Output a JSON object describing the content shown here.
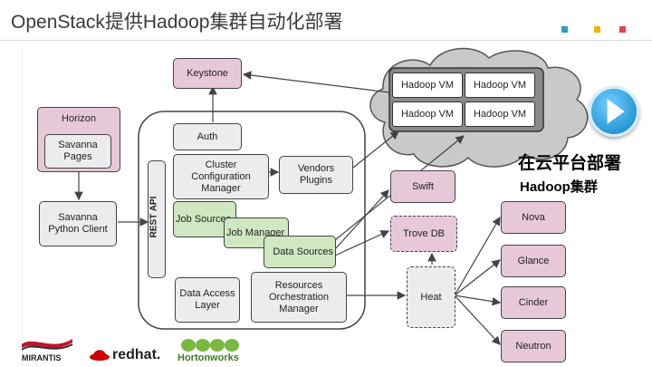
{
  "slide": {
    "title": "OpenStack提供Hadoop集群自动化部署"
  },
  "colors": {
    "pink": "#e7c8d8",
    "grey": "#ececec",
    "green": "#cfe8c2",
    "dot1": "#2aa0c8",
    "dot2": "#f0b400",
    "dot3": "#e83e4c"
  },
  "diagram": {
    "keystone": "Keystone",
    "horizon": "Horizon",
    "savanna_pages": "Savanna Pages",
    "savanna_client": "Savanna Python Client",
    "rest_api": "REST API",
    "auth": "Auth",
    "cluster_config": "Cluster Configuration Manager",
    "vendors_plugins": "Vendors Plugins",
    "job_sources": "Job Sources",
    "job_manager": "Job Manager",
    "data_sources": "Data Sources",
    "data_access": "Data Access Layer",
    "resources_orch": "Resources Orchestration Manager",
    "swift": "Swift",
    "trove": "Trove DB",
    "heat": "Heat",
    "nova": "Nova",
    "glance": "Glance",
    "cinder": "Cinder",
    "neutron": "Neutron",
    "vms": [
      "Hadoop VM",
      "Hadoop VM",
      "Hadoop VM",
      "Hadoop VM"
    ]
  },
  "overlay": {
    "line1": "在云平台部署",
    "line2": "Hadoop集群"
  },
  "logos": {
    "mirantis": "MIRANTIS",
    "redhat": "redhat.",
    "hortonworks": "Hortonworks"
  }
}
